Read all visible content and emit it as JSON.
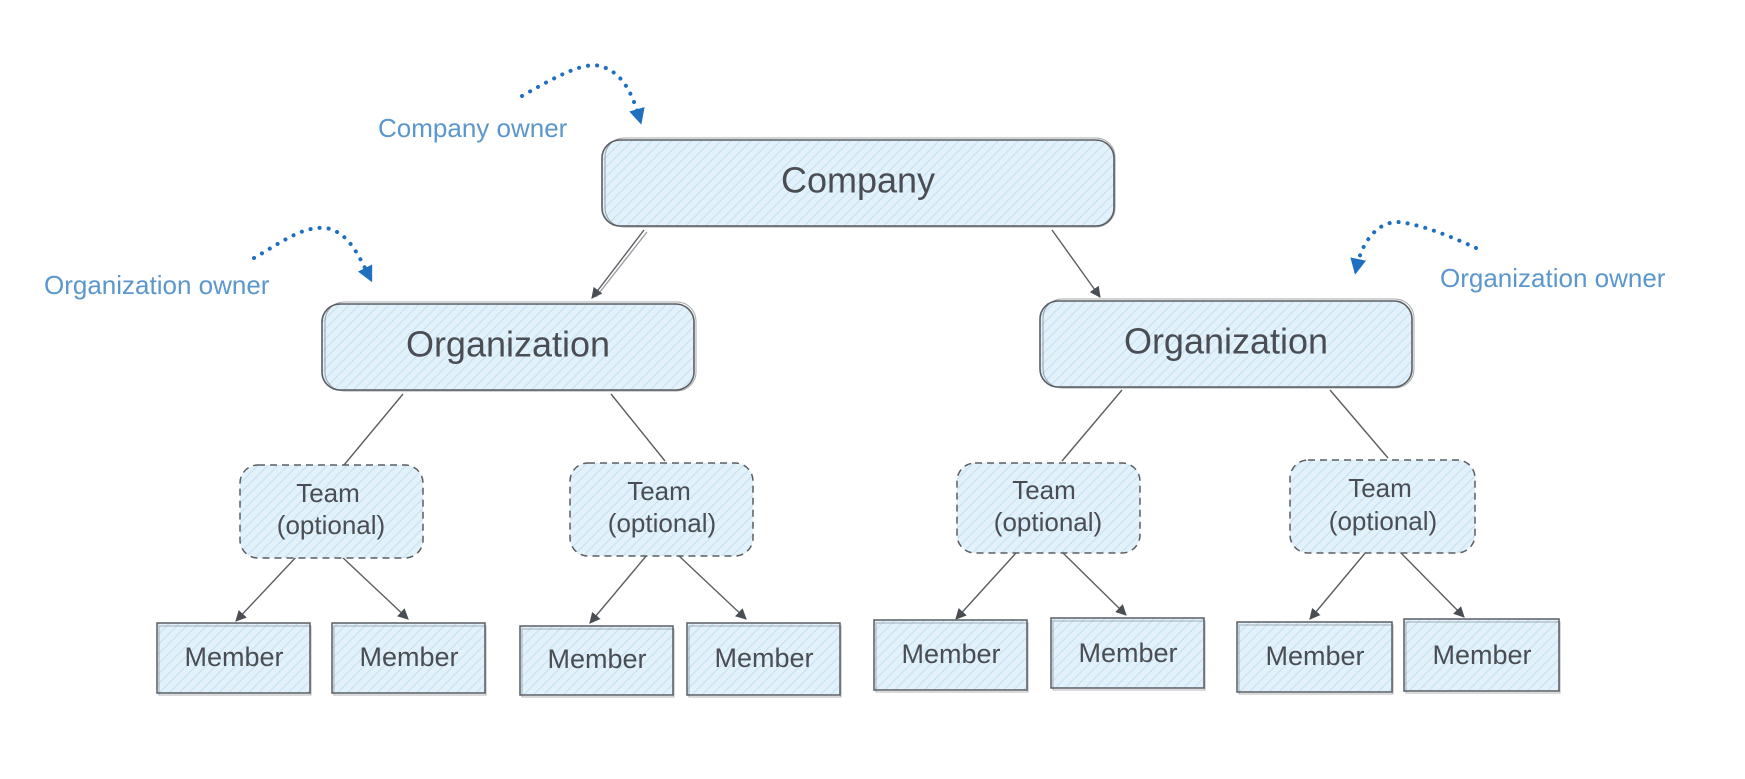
{
  "colors": {
    "node_fill": "#e3f1fa",
    "node_hatch": "#b9dcef",
    "node_stroke": "#5a5e63",
    "text": "#4a4e54",
    "annotation": "#5b97cc",
    "annotation_arrow": "#1f6fc1"
  },
  "company": {
    "label": "Company"
  },
  "organizations": [
    {
      "label": "Organization",
      "teams": [
        {
          "label_line1": "Team",
          "label_line2": "(optional)",
          "members": [
            {
              "label": "Member"
            },
            {
              "label": "Member"
            }
          ]
        },
        {
          "label_line1": "Team",
          "label_line2": "(optional)",
          "members": [
            {
              "label": "Member"
            },
            {
              "label": "Member"
            }
          ]
        }
      ]
    },
    {
      "label": "Organization",
      "teams": [
        {
          "label_line1": "Team",
          "label_line2": "(optional)",
          "members": [
            {
              "label": "Member"
            },
            {
              "label": "Member"
            }
          ]
        },
        {
          "label_line1": "Team",
          "label_line2": "(optional)",
          "members": [
            {
              "label": "Member"
            },
            {
              "label": "Member"
            }
          ]
        }
      ]
    }
  ],
  "annotations": {
    "company_owner": "Company owner",
    "org_owner_left": "Organization owner",
    "org_owner_right": "Organization owner"
  }
}
